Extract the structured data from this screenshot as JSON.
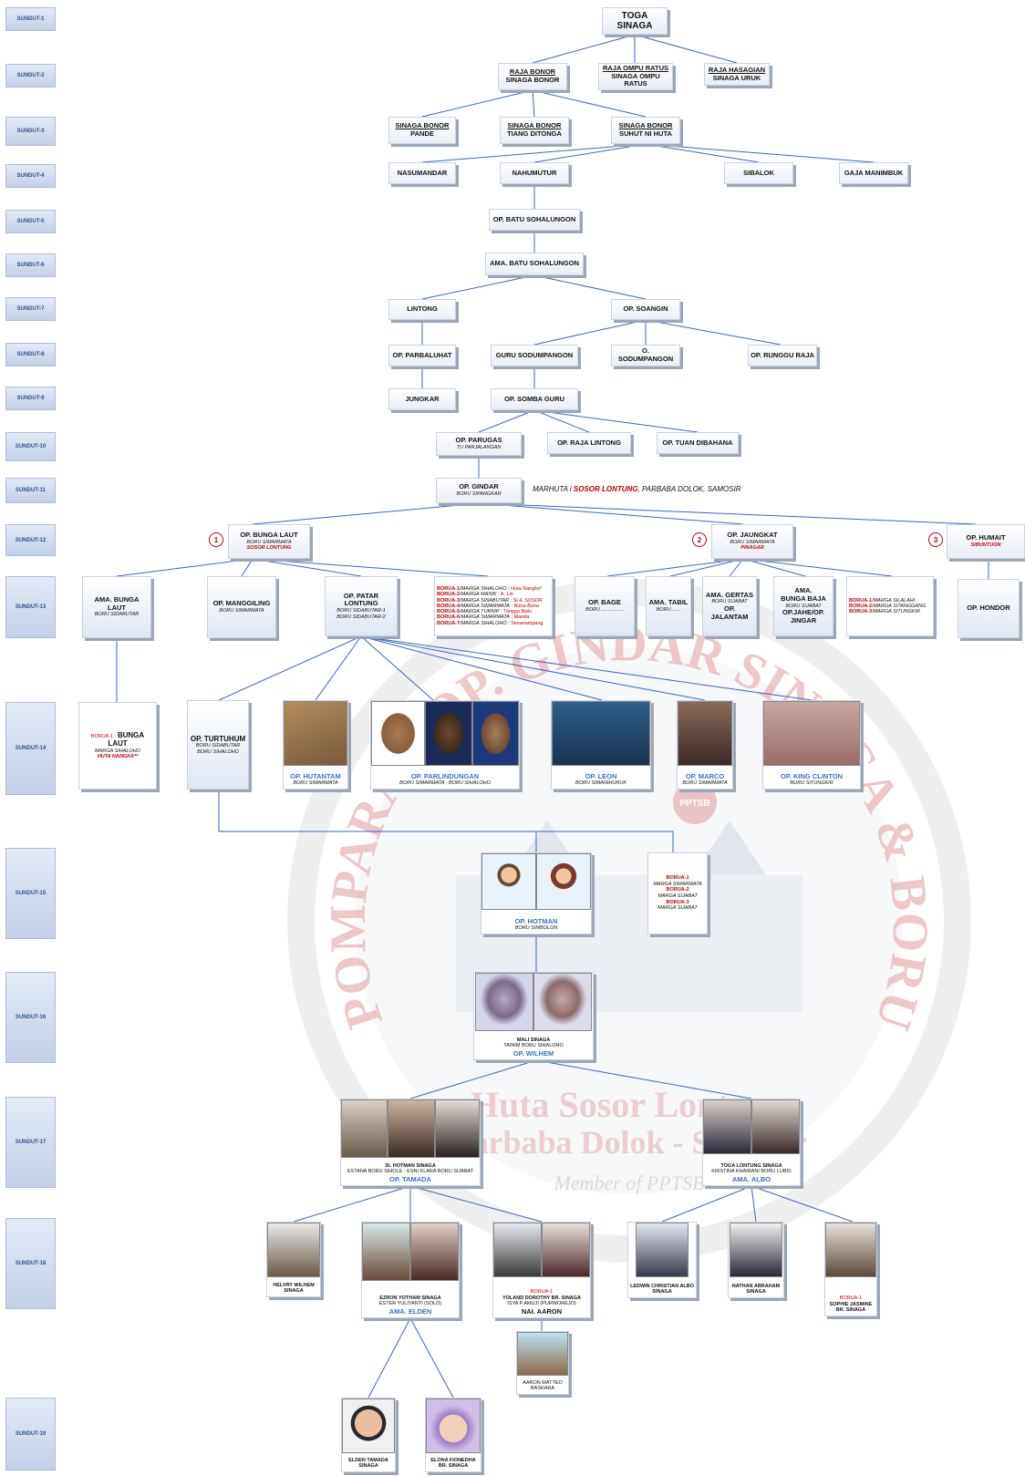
{
  "generations": [
    "SUNDUT-1",
    "SUNDUT-2",
    "SUNDUT-3",
    "SUNDUT-4",
    "SUNDUT-5",
    "SUNDUT-6",
    "SUNDUT-7",
    "SUNDUT-8",
    "SUNDUT-9",
    "SUNDUT-10",
    "SUNDUT-11",
    "SUNDUT-12",
    "SUNDUT-13",
    "SUNDUT-14",
    "SUNDUT-15",
    "SUNDUT-16",
    "SUNDUT-17",
    "SUNDUT-18",
    "SUNDUT-19"
  ],
  "watermark": {
    "arc_text": "POMPARAN OP. GINDAR SINAGA & BORU",
    "line1": "Huta Sosor Lontung",
    "line2": "Parbaba Dolok - Samosir",
    "line3": "Member of PPTSB",
    "badge": "PPTSB"
  },
  "colors": {
    "red": "#c00000",
    "blue": "#3a70c8",
    "line": "#3b64c4"
  },
  "nodes": {
    "toga": "TOGA SINAGA",
    "bonor1": "RAJA BONOR",
    "bonor2": "SINAGA BONOR",
    "ompu1": "RAJA OMPU RATUS",
    "ompu2": "SINAGA OMPU RATUS",
    "hasagian1": "RAJA HASAGIAN",
    "hasagian2": "SINAGA URUK",
    "pande1": "SINAGA BONOR",
    "pande2": "PANDE",
    "tiang1": "SINAGA BONOR",
    "tiang2": "TIANG DITONGA",
    "suhut1": "SINAGA BONOR",
    "suhut2": "SUHUT NI HUTA",
    "nasumandar": "NASUMANDAR",
    "nahumutur": "NAHUMUTUR",
    "sibalok": "SIBALOK",
    "gaja": "GAJA MANIMBUK",
    "batu": "OP. BATU SOHALUNGON",
    "amabatu": "AMA. BATU SOHALUNGON",
    "lintong": "LINTONG",
    "soangin": "OP. SOANGIN",
    "parbaluhat": "OP. PARBALUHAT",
    "guru": "GURU SODUMPANGON",
    "osodum": "O. SODUMPANGON",
    "runggu": "OP. RUNGGU RAJA",
    "jungkar": "JUNGKAR",
    "somba": "OP. SOMBA GURU",
    "parugas": "OP. PARUGAS",
    "parugas_sub": "TU PARJALANGAN",
    "rajalintong": "OP. RAJA LINTONG",
    "tuan": "OP. TUAN DIBAHANA",
    "gindar": "OP. GINDAR",
    "gindar_sub": "BORU SIPANGKAR",
    "gindar_note_a": "MARHUTA i ",
    "gindar_note_b": "SOSOR LONTUNG",
    "gindar_note_c": ", PARBABA DOLOK, SAMOSIR",
    "bungalaut": "OP. BUNGA LAUT",
    "bungalaut_sub1": "BORU SIMARMATA",
    "bungalaut_sub2": "SOSOR LONTUNG",
    "jaungkat": "OP. JAUNGKAT",
    "jaungkat_sub1": "BORU SIMARMATA",
    "jaungkat_sub2": "PINAGAR",
    "humait": "OP. HUMAIT",
    "humait_sub": "SIBUNTUON",
    "num1": "1",
    "num2": "2",
    "num3": "3",
    "amabunga": "AMA. BUNGA LAUT",
    "amabunga_sub": "BORU SIDABUTAR",
    "manggiling": "OP. MANGGILING",
    "manggiling_sub": "BORU SIMARMATA",
    "patar": "OP. PATAR LONTUNG",
    "patar_sub1": "BORU SIDABUTAR-1",
    "patar_sub2": "BORU SIDABUTAR-2",
    "bage": "OP. BAGE",
    "bage_sub": "BORU ................",
    "tabil": "AMA. TABIL",
    "tabil_sub": "BORU.......",
    "gertas": "AMA. GERTAS",
    "gertas_sub": "BORU SIJABAT",
    "gertas_2": "OP. JALANTAM",
    "bungabaja1": "AMA.",
    "bungabaja2": "BUNGA BAJA",
    "bungabaja_sub": "BORU SIJABAT",
    "bungabaja_3": "OP.JAHE/OP. JINGAR",
    "hondor": "OP. HONDOR",
    "borua_bl_1": "BORUA-1 : ",
    "borua_bl_2": "BUNGA LAUT",
    "borua_bl_3": "MARGA SIHALOHO",
    "borua_bl_4": "HUTA NANGKA**",
    "turtuhum": "OP. TURTUHUM",
    "turtuhum_sub1": "BORU SIDABUTAR",
    "turtuhum_sub2": "BORU SIHALOHO",
    "hutantam": "OP. HUTANTAM",
    "hutantam_sub": "BORU SIMARMATA",
    "parlindungan": "OP. PARLINDUNGAN",
    "parlindungan_sub": "BORU SIMARMATA - BORU SIHALOHO",
    "leon": "OP. LEON",
    "leon_sub": "BORU SIMANIHURUK",
    "marco": "OP. MARCO",
    "marco_sub": "BORU SIMARMATA",
    "king": "OP. KING CLINTON",
    "king_sub": "BORU SITUNGKIR",
    "hotman": "OP. HOTMAN",
    "hotman_sub": "BORU SIMBOLON",
    "b15_1": "BORUA-1",
    "b15_2": "MARGA SIMARMATA",
    "b15_3": "BORUA-2",
    "b15_4": "MARGA SIJABAT",
    "b15_5": "BORUA-3",
    "b15_6": "MARGA SIJABAT",
    "mali1": "MALI SINAGA",
    "mali2": "TAINIM BORU SIHALOHO",
    "mali3": "OP. WILHEM",
    "tamada1": "St. HOTMAN SINAGA",
    "tamada2": "ESTANA BORU SIHOLE - ESNI KLARA BORU SIJABAT",
    "tamada3": "OP. TAMADA",
    "albo1": "TOGA LONTUNG SINAGA",
    "albo2": "KRISTINA KHAIRANI BORU LUBIS",
    "albo3": "AMA. ALBO",
    "helvry1": "HELVRY WILHEM",
    "helvry2": "SINAGA",
    "ezron1": "EZRON YOTHAM SINAGA",
    "ezron2": "ESTER YULIYANTI (SOLO)",
    "ezron3": "AMA. ELDEN",
    "yoland0": "BORUA-1",
    "yoland1": "YOLAND DOROTHY BR. SINAGA",
    "yoland2": "ISYA P AMUJI (PURWOREJO)",
    "yoland3": "NAI. AARON",
    "ledwin1": "LEDWIN CHRISTIAN ALBO",
    "ledwin2": "SINAGA",
    "nathan1": "NATHAN ABRAHAM",
    "nathan2": "SINAGA",
    "sophie0": "BORUA-1",
    "sophie1": "SOPHIE JASMINE",
    "sophie2": "BR. SINAGA",
    "aaron1": "AARON MATTEO",
    "aaron2": "BASKARA",
    "elden1": "ELDEN TAMADA",
    "elden2": "SINAGA",
    "elona1": "ELONA FIONEDHA",
    "elona2": "BR. SINAGA"
  },
  "borua_patar": [
    {
      "b": "BORUA-1",
      "m": "MARGA SIHALOHO",
      "v": "Huta Nangka*"
    },
    {
      "b": "BORUA-2",
      "m": "MARGA MANIK",
      "v": "A. Lin"
    },
    {
      "b": "BORUA-3",
      "m": "MARGA SINABUTAR",
      "v": "Si 4. SOSOR"
    },
    {
      "b": "BORUA-4",
      "m": "MARGA SIMARMATA",
      "v": "Bona-Bona"
    },
    {
      "b": "BORUA-5",
      "m": "MARGA TURNIP",
      "v": "Tangga Batu"
    },
    {
      "b": "BORUA-6",
      "m": "MARGA SIMARMATA",
      "v": "Manda"
    },
    {
      "b": "BORUA-7",
      "m": "MARGA SIHALOHO",
      "v": "Simanampang"
    }
  ],
  "borua_jaungkat": [
    {
      "b": "BORUA-1",
      "m": "MARGA SILALAHI"
    },
    {
      "b": "BORUA-2",
      "m": "MARGA SITANGGANG"
    },
    {
      "b": "BORUA-3",
      "m": "MARGA SITUNGKIR"
    }
  ]
}
